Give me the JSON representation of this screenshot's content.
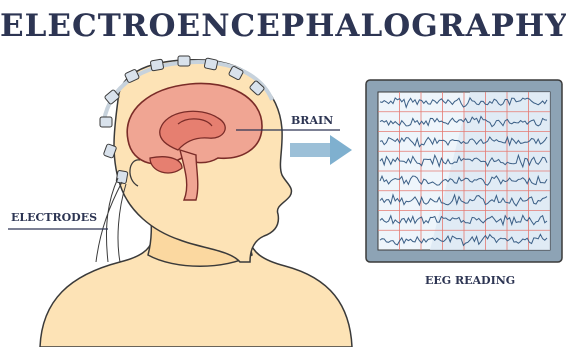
{
  "title": "ELECTROENCEPHALOGRAPHY",
  "labels": {
    "brain": "BRAIN",
    "electrodes": "ELECTRODES",
    "eeg_reading": "EEG READING"
  },
  "colors": {
    "title": "#2d3553",
    "skin": "#fde3b6",
    "skin_outline": "#3a3a3a",
    "brain_outer": "#f0a593",
    "brain_inner": "#e67f70",
    "brain_outline": "#7a2c28",
    "monitor_frame": "#8da3b5",
    "monitor_screen": "#eef5fb",
    "grid_line": "#e57a72",
    "wave": "#3b5f86",
    "arrow": "#9cc0d8",
    "electrode": "#d9e2ec"
  },
  "icons": {
    "arrow": "right-arrow-icon",
    "electrode": "electrode-icon",
    "monitor": "monitor-icon"
  }
}
